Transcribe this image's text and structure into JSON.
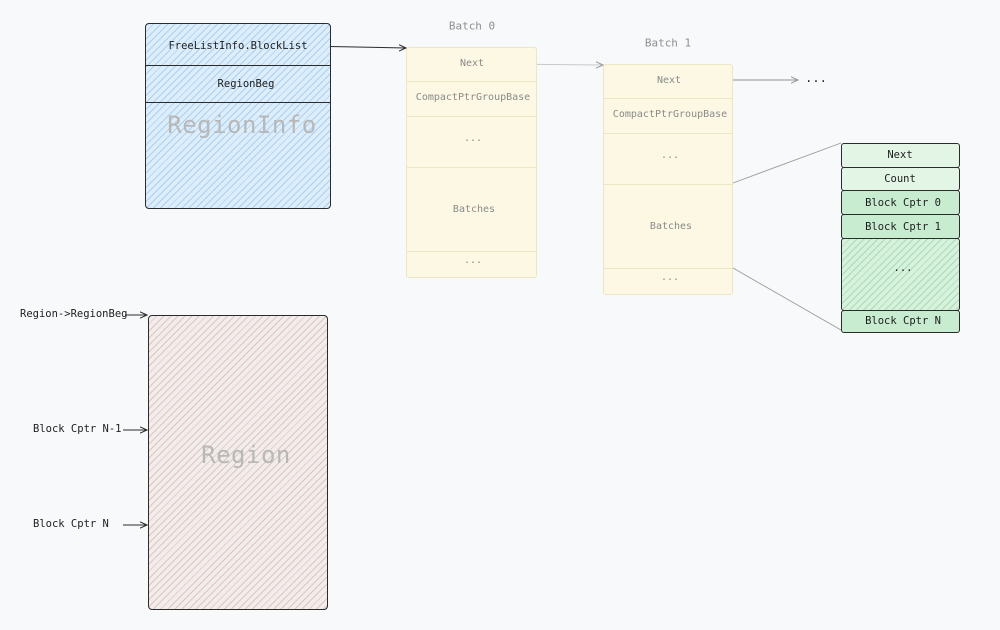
{
  "region_info": {
    "block_list_label": "FreeListInfo.BlockList",
    "region_beg_label": "RegionBeg",
    "title": "RegionInfo"
  },
  "batch0": {
    "title": "Batch 0",
    "next": "Next",
    "group_base": "CompactPtrGroupBase",
    "ellipsis_top": "...",
    "batches": "Batches",
    "ellipsis_bottom": "..."
  },
  "batch1": {
    "title": "Batch 1",
    "next": "Next",
    "group_base": "CompactPtrGroupBase",
    "ellipsis_top": "...",
    "batches": "Batches",
    "ellipsis_bottom": "..."
  },
  "next_continuation": "...",
  "transfer_batch": {
    "next": "Next",
    "count": "Count",
    "block0": "Block Cptr 0",
    "block1": "Block Cptr 1",
    "ellipsis": "...",
    "blockN": "Block Cptr N"
  },
  "region": {
    "title": "Region",
    "pointer_region_beg": "Region->RegionBeg",
    "pointer_block_n_minus_1": "Block Cptr N-1",
    "pointer_block_n": "Block Cptr N"
  },
  "colors": {
    "region_info_fill": "#dceefb",
    "region_fill": "#f4ecea",
    "batch_fill": "#fcf8e3",
    "transfer_batch_fill": "#e3f6e6",
    "stroke": "#2b2b2b"
  }
}
